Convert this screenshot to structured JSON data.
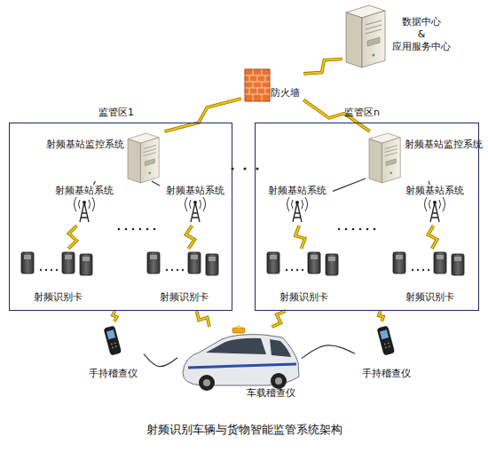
{
  "diagram": {
    "caption": "射频识别车辆与货物智能监管系统架构",
    "nodes": [
      {
        "text": [
          "数据中心 & 应用服务中心"
        ]
      },
      {
        "text": [
          "防火墙"
        ]
      },
      {
        "text": [
          "监管区1"
        ]
      },
      {
        "text": [
          "射频基站监控系统"
        ],
        "in": 2
      },
      {
        "text": [
          "射频基站系统"
        ],
        "in": 2
      },
      {
        "text": [
          "射频基站系统"
        ],
        "in": 2
      },
      {
        "text": [
          "射频识别卡"
        ],
        "in": 2
      },
      {
        "text": [
          "射频识别卡"
        ],
        "in": 2
      },
      {
        "text": [
          "监管区n"
        ]
      },
      {
        "text": [
          "射频基站监控系统"
        ],
        "in": 8
      },
      {
        "text": [
          "射频基站系统"
        ],
        "in": 8
      },
      {
        "text": [
          "射频基站系统"
        ],
        "in": 8
      },
      {
        "text": [
          "射频识别卡"
        ],
        "in": 8
      },
      {
        "text": [
          "射频识别卡"
        ],
        "in": 8
      },
      {
        "text": [
          "手持稽查仪"
        ]
      },
      {
        "text": [
          "车载稽查仪"
        ]
      },
      {
        "text": [
          "手持稽查仪"
        ]
      }
    ],
    "edges": [
      {
        "from": 0,
        "to": 1,
        "arrow": "none"
      },
      {
        "from": 1,
        "to": 3,
        "arrow": "none"
      },
      {
        "from": 1,
        "to": 9,
        "arrow": "none"
      },
      {
        "from": 3,
        "to": 4,
        "arrow": "none"
      },
      {
        "from": 3,
        "to": 5,
        "arrow": "none"
      },
      {
        "from": 4,
        "to": 6,
        "arrow": "none"
      },
      {
        "from": 5,
        "to": 7,
        "arrow": "none"
      },
      {
        "from": 9,
        "to": 10,
        "arrow": "none"
      },
      {
        "from": 9,
        "to": 11,
        "arrow": "none"
      },
      {
        "from": 10,
        "to": 12,
        "arrow": "none"
      },
      {
        "from": 11,
        "to": 13,
        "arrow": "none"
      },
      {
        "from": 2,
        "to": 14,
        "arrow": "none"
      },
      {
        "from": 14,
        "to": 15,
        "arrow": "none"
      },
      {
        "from": 15,
        "to": 2,
        "arrow": "none"
      },
      {
        "from": 15,
        "to": 8,
        "arrow": "none"
      },
      {
        "from": 8,
        "to": 16,
        "arrow": "none"
      },
      {
        "from": 16,
        "to": 15,
        "arrow": "none"
      }
    ]
  }
}
